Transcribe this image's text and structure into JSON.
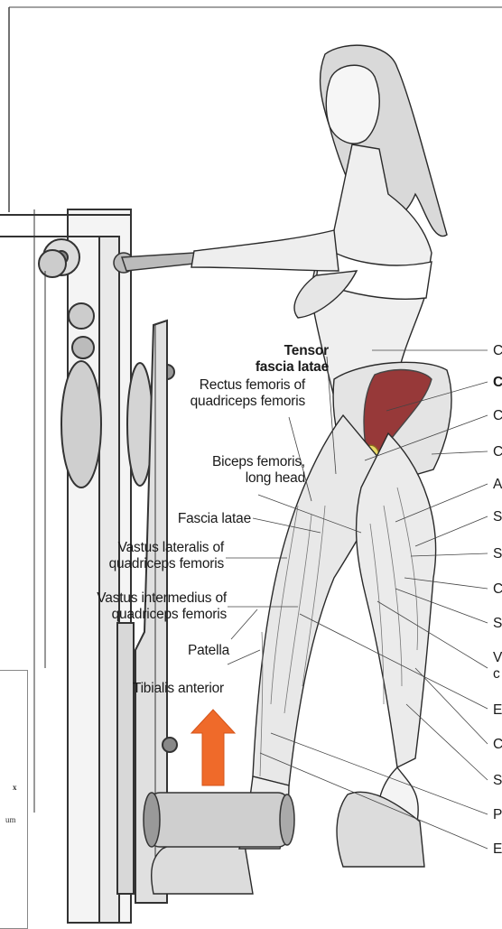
{
  "colors": {
    "ink": "#1a1a1a",
    "muscle_red": "#8a1c1c",
    "arrow_orange": "#ef6a2a",
    "highlight_yellow": "#e8d866"
  },
  "left_labels": [
    {
      "id": "tensor",
      "lines": [
        "Tensor",
        "fascia latae"
      ],
      "bold": true
    },
    {
      "id": "rectus",
      "lines": [
        "Rectus femoris of",
        "quadriceps femoris"
      ],
      "bold": false
    },
    {
      "id": "biceps",
      "lines": [
        "Biceps femoris,",
        "long head"
      ],
      "bold": false
    },
    {
      "id": "fascia",
      "lines": [
        "Fascia latae"
      ],
      "bold": false
    },
    {
      "id": "vastus_lat",
      "lines": [
        "Vastus lateralis of",
        "quadriceps femoris"
      ],
      "bold": false
    },
    {
      "id": "vastus_int",
      "lines": [
        "Vastus intermedius of",
        "quadriceps femoris"
      ],
      "bold": false
    },
    {
      "id": "patella",
      "lines": [
        "Patella"
      ],
      "bold": false
    },
    {
      "id": "tibialis",
      "lines": [
        "Tibialis anterior"
      ],
      "bold": false
    }
  ],
  "right_labels": [
    "C",
    "C",
    "C",
    "C",
    "A",
    "S",
    "S",
    "C",
    "S",
    "V",
    "c",
    "E",
    "C",
    "S",
    "P",
    "E"
  ],
  "right_bold_index": 1,
  "inset": {
    "line1": "x",
    "line2": "um"
  }
}
